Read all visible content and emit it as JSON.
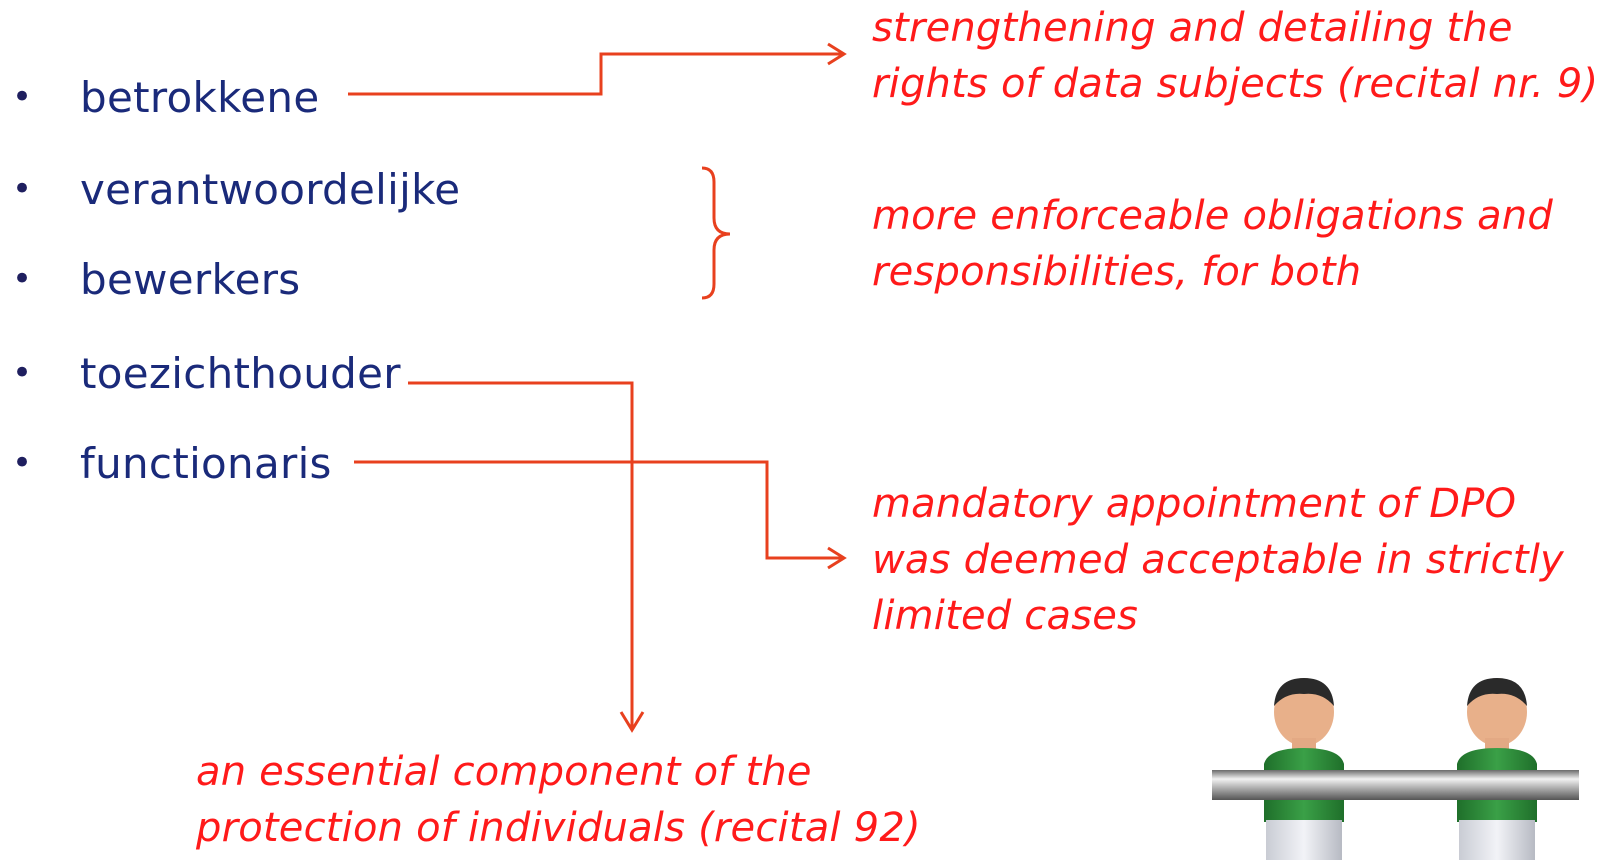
{
  "bullets": [
    {
      "symbol": "•",
      "label": "betrokkene"
    },
    {
      "symbol": "•",
      "label": "verantwoordelijke"
    },
    {
      "symbol": "•",
      "label": "bewerkers"
    },
    {
      "symbol": "•",
      "label": "toezichthouder"
    },
    {
      "symbol": "•",
      "label": "functionaris"
    }
  ],
  "notes": {
    "data_subjects": {
      "line1": "strengthening and detailing the",
      "line2": "rights of data subjects (recital nr. 9)"
    },
    "obligations": {
      "line1": "more enforceable obligations and",
      "line2": "responsibilities, for both"
    },
    "dpo": {
      "line1": "mandatory appointment of DPO",
      "line2": "was deemed acceptable in strictly",
      "line3": "limited cases"
    },
    "supervisor": {
      "line1": "an essential component of the",
      "line2": "protection of individuals (recital 92)"
    }
  },
  "colors": {
    "bullet_text": "#1a2a7a",
    "annotation": "#ff1a1a",
    "connector": "#e8401e",
    "jersey": "#2f8f3a"
  },
  "image": {
    "description": "table-football-players-image"
  }
}
